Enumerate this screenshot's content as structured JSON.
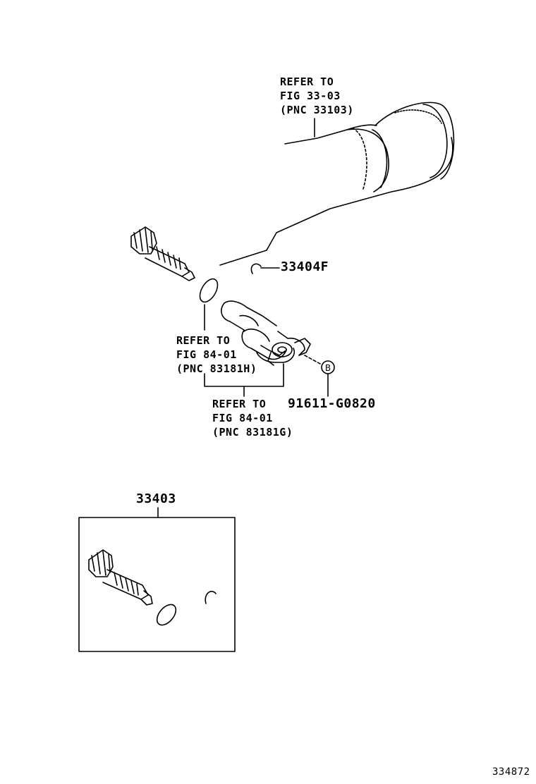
{
  "callouts": {
    "refer_3303": {
      "line1": "REFER TO",
      "line2": "FIG 33-03",
      "line3": "(PNC 33103)"
    },
    "refer_8401_h": {
      "line1": "REFER TO",
      "line2": "FIG 84-01",
      "line3": "(PNC 83181H)"
    },
    "refer_8401_g": {
      "line1": "REFER TO",
      "line2": "FIG 84-01",
      "line3": "(PNC 83181G)"
    }
  },
  "parts": {
    "clip": "33404F",
    "bolt": "91611-G0820",
    "kit": "33403",
    "bolt_marker": "B"
  },
  "footer": {
    "illustration_id": "334872"
  }
}
